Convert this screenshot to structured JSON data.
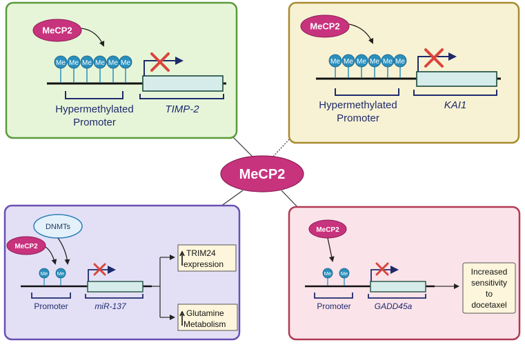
{
  "center": {
    "label": "MeCP2"
  },
  "me_label": "Me",
  "panels": {
    "top_left": {
      "mecp2": "MeCP2",
      "promoter_line1": "Hypermethylated",
      "promoter_line2": "Promoter",
      "gene": "TIMP-2"
    },
    "top_right": {
      "mecp2": "MeCP2",
      "promoter_line1": "Hypermethylated",
      "promoter_line2": "Promoter",
      "gene": "KAI1"
    },
    "bottom_left": {
      "dnmts": "DNMTs",
      "mecp2": "MeCP2",
      "promoter": "Promoter",
      "gene": "miR-137",
      "outcome1_line1": "TRIM24",
      "outcome1_line2": "expression",
      "outcome2_line1": "Glutamine",
      "outcome2_line2": "Metabolism"
    },
    "bottom_right": {
      "mecp2": "MeCP2",
      "promoter": "Promoter",
      "gene": "GADD45a",
      "outcome_line1": "Increased",
      "outcome_line2": "sensitivity",
      "outcome_line3": "to",
      "outcome_line4": "docetaxel"
    }
  },
  "colors": {
    "magenta": "#c8337e",
    "me_blue": "#2a8fbd",
    "navy": "#1f2a6b",
    "gene_box": "#d6eceb",
    "red_x": "#d9453c",
    "panel_green_fill": "#e6f5d8",
    "panel_green_border": "#5a9a3a",
    "panel_yellow_fill": "#f7f2d4",
    "panel_yellow_border": "#a88a2e",
    "panel_purple_fill": "#e3e0f6",
    "panel_purple_border": "#6a4fb2",
    "panel_pink_fill": "#fbe3ea",
    "panel_pink_border": "#b03a55",
    "dnmt_fill": "#e4f1fb",
    "dnmt_border": "#2a7fb8",
    "outcome_fill": "#fdf6dc"
  }
}
